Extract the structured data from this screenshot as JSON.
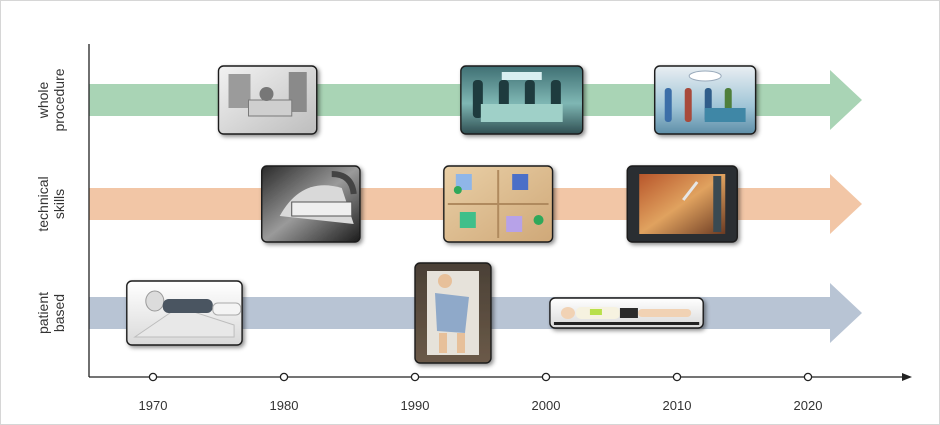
{
  "lanes": [
    {
      "label_lines": [
        "whole",
        "procedure"
      ],
      "color": "#a9d4b5",
      "items": [
        {
          "name": "early-operating-room-photo",
          "tone": "gray",
          "year_start": 1975,
          "year_end": 1982.5
        },
        {
          "name": "surgical-team-photo",
          "tone": "teal",
          "year_start": 1993.5,
          "year_end": 2002.8
        },
        {
          "name": "virtual-operating-room-render",
          "tone": "blue",
          "year_start": 2008.3,
          "year_end": 2016
        }
      ]
    },
    {
      "label_lines": [
        "technical",
        "skills"
      ],
      "color": "#f2c6a6",
      "items": [
        {
          "name": "suturing-trainer-photo",
          "tone": "dark",
          "year_start": 1978.3,
          "year_end": 1985.8
        },
        {
          "name": "laparoscopic-task-grid",
          "tone": "tan",
          "year_start": 1992.2,
          "year_end": 2000.5
        },
        {
          "name": "vr-laparoscopy-screen",
          "tone": "screen",
          "year_start": 2006.2,
          "year_end": 2014.6
        }
      ]
    },
    {
      "label_lines": [
        "patient",
        "based"
      ],
      "color": "#b8c4d4",
      "items": [
        {
          "name": "lying-manikin-photo",
          "tone": "white",
          "year_start": 1968,
          "year_end": 1976.8
        },
        {
          "name": "full-body-manikin-photo",
          "tone": "brown",
          "year_start": 1990,
          "year_end": 1995.8
        },
        {
          "name": "patient-simulator-render",
          "tone": "white-long",
          "year_start": 2000.3,
          "year_end": 2012
        }
      ]
    }
  ],
  "axis": {
    "ticks": [
      "1970",
      "1980",
      "1990",
      "2000",
      "2010",
      "2020"
    ],
    "range": [
      1965,
      2029
    ]
  }
}
